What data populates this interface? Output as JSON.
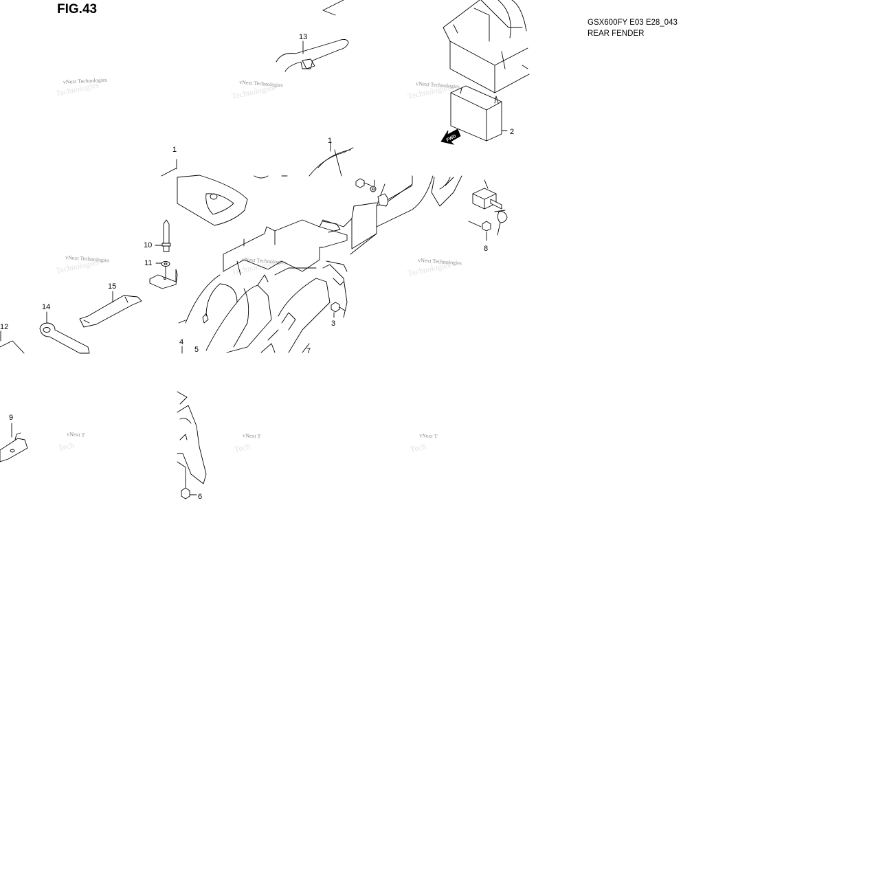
{
  "figure": {
    "title": "FIG.43",
    "model_code": "GSX600FY E03 E28_043",
    "section_name": "REAR FENDER"
  },
  "direction_arrow": {
    "label": "FWD"
  },
  "callouts": {
    "c1a": "1",
    "c1b": "1",
    "c2": "2",
    "c3": "3",
    "c4": "4",
    "c5": "5",
    "c6": "6",
    "c7": "7",
    "c8": "8",
    "c9": "9",
    "c10": "10",
    "c11": "11",
    "c12": "12",
    "c13": "13",
    "c14": "14",
    "c15": "15"
  },
  "watermark": {
    "line1": "vNext Technologies",
    "line2": "Technologies"
  }
}
